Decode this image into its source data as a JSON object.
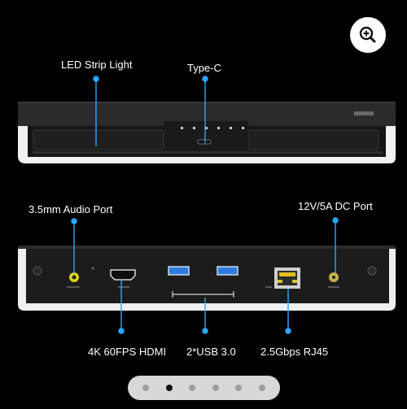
{
  "colors": {
    "background": "#000000",
    "accent_blue": "#2aa8ff",
    "usb_blue": "#2d7de0",
    "rj45_yellow": "#e0c020"
  },
  "zoom_button": {
    "icon": "zoom-in-icon"
  },
  "front_view": {
    "labels": {
      "led": "LED Strip Light",
      "typec": "Type-C"
    }
  },
  "rear_view": {
    "labels": {
      "audio": "3.5mm Audio Port",
      "dc": "12V/5A DC Port",
      "hdmi": "4K 60FPS HDMI",
      "usb": "2*USB 3.0",
      "rj45": "2.5Gbps RJ45"
    }
  },
  "pagination": {
    "total": 6,
    "active_index": 1
  }
}
